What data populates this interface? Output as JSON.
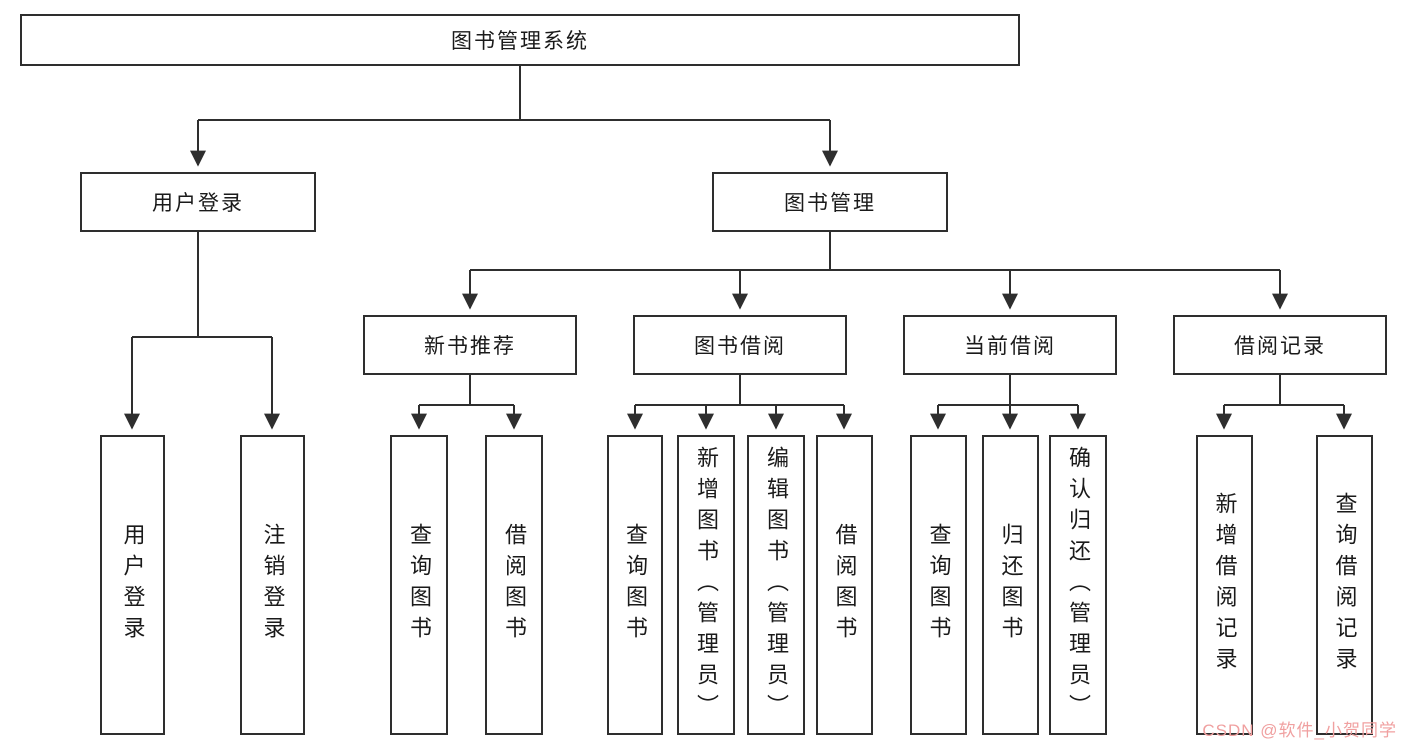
{
  "tree": {
    "label": "图书管理系统",
    "children": [
      {
        "label": "用户登录",
        "children": [
          {
            "label": "用户登录"
          },
          {
            "label": "注销登录"
          }
        ]
      },
      {
        "label": "图书管理",
        "children": [
          {
            "label": "新书推荐",
            "children": [
              {
                "label": "查询图书"
              },
              {
                "label": "借阅图书"
              }
            ]
          },
          {
            "label": "图书借阅",
            "children": [
              {
                "label": "查询图书"
              },
              {
                "label": "新增图书（管理员）"
              },
              {
                "label": "编辑图书（管理员）"
              },
              {
                "label": "借阅图书"
              }
            ]
          },
          {
            "label": "当前借阅",
            "children": [
              {
                "label": "查询图书"
              },
              {
                "label": "归还图书"
              },
              {
                "label": "确认归还（管理员）"
              }
            ]
          },
          {
            "label": "借阅记录",
            "children": [
              {
                "label": "新增借阅记录"
              },
              {
                "label": "查询借阅记录"
              }
            ]
          }
        ]
      }
    ]
  },
  "watermark": {
    "text": "CSDN @软件_小贺同学"
  },
  "colors": {
    "line": "#2e2e2e",
    "border": "#2e2e2e",
    "watermark": "#f0a0a0",
    "background": "#ffffff"
  }
}
